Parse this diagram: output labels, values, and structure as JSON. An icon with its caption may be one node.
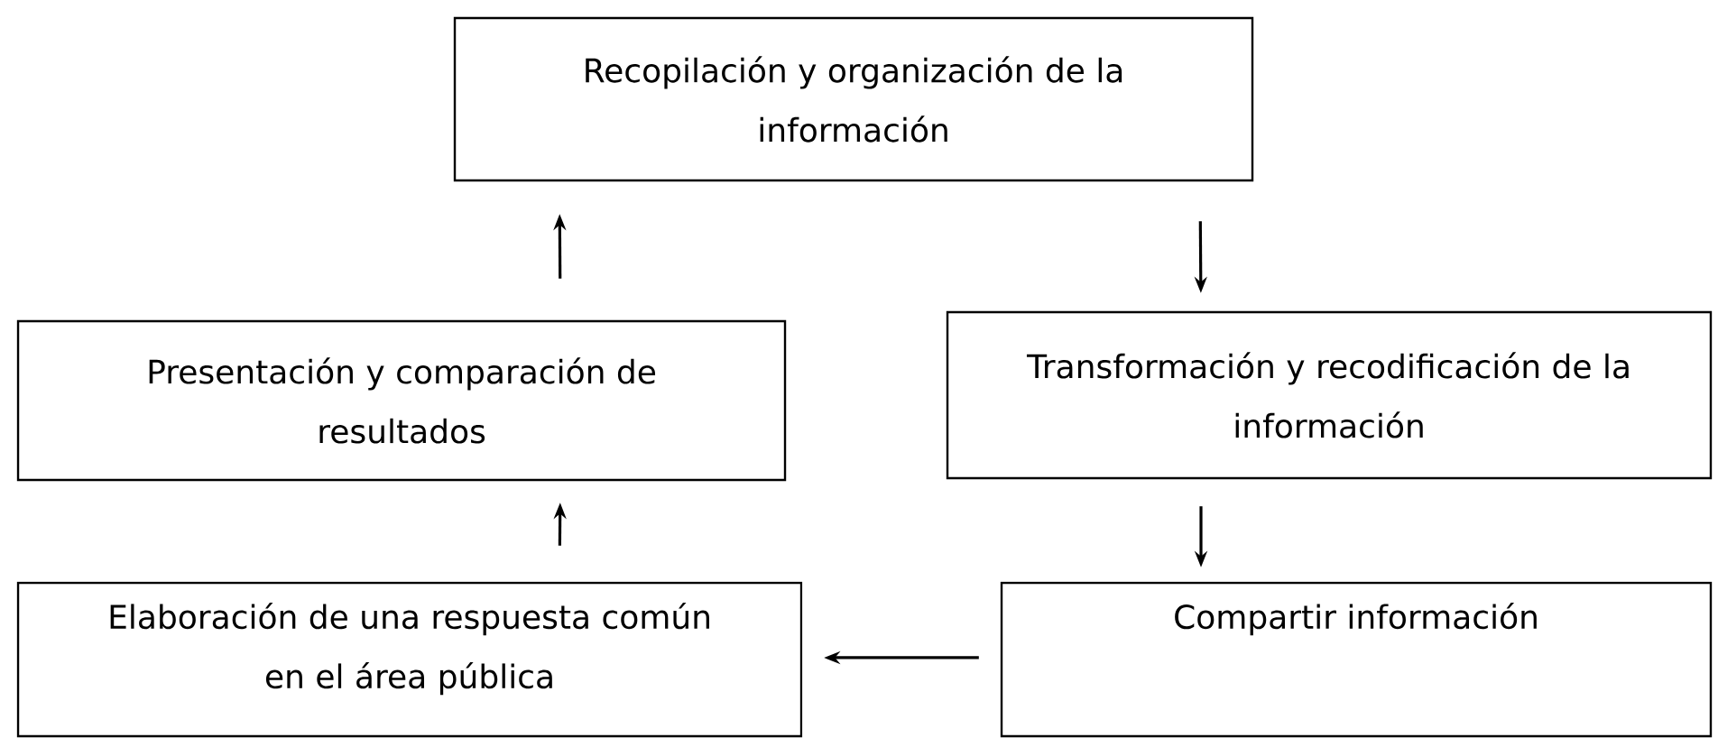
{
  "diagram": {
    "nodes": [
      {
        "text": [
          "Recopilación y organización de la información"
        ]
      },
      {
        "text": [
          "Transformación y recodificación de la información"
        ]
      },
      {
        "text": [
          "Compartir información"
        ]
      },
      {
        "text": [
          "Elaboración de una respuesta común en el área pública"
        ]
      },
      {
        "text": [
          "Presentación y comparación de resultados"
        ]
      }
    ],
    "edges": [
      {
        "from": 0,
        "to": 1,
        "arrow": "to"
      },
      {
        "from": 1,
        "to": 2,
        "arrow": "to"
      },
      {
        "from": 2,
        "to": 3,
        "arrow": "to"
      },
      {
        "from": 3,
        "to": 4,
        "arrow": "to"
      },
      {
        "from": 4,
        "to": 0,
        "arrow": "to"
      }
    ]
  }
}
